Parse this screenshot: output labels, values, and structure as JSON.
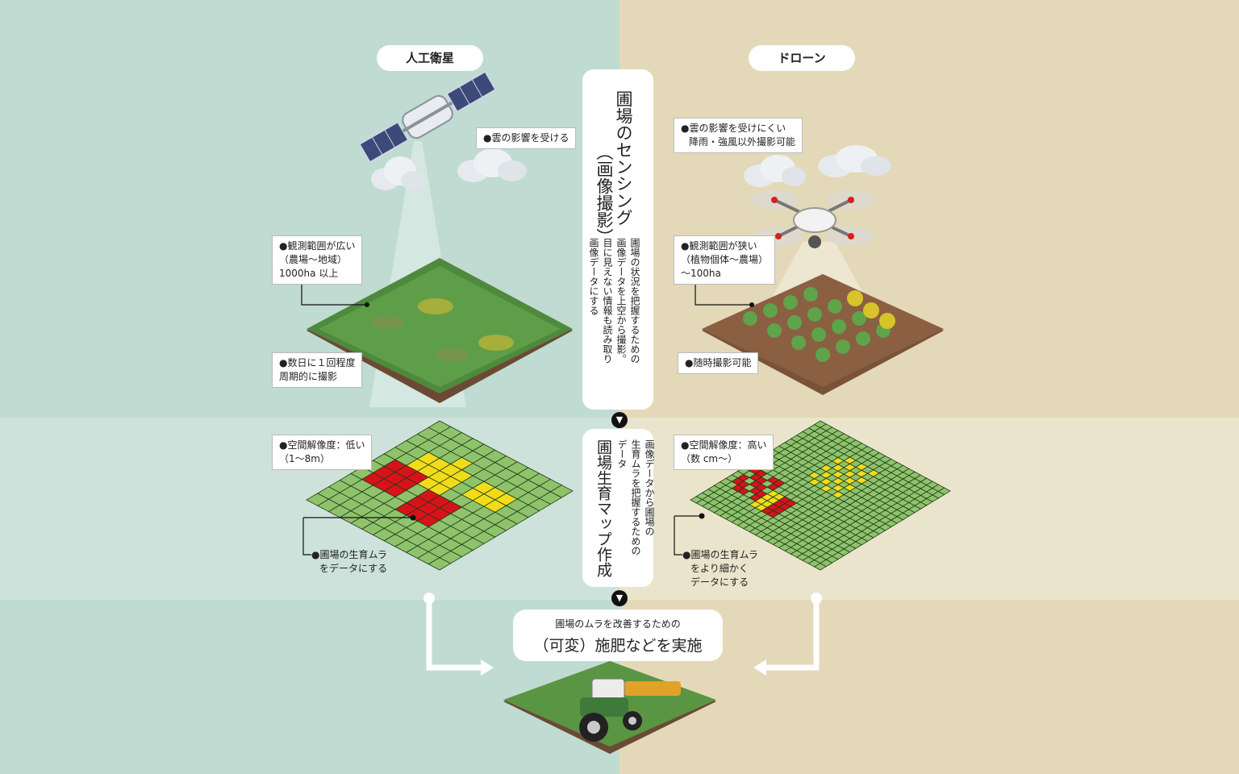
{
  "colors": {
    "bg_left": "#bfdbd2",
    "bg_right": "#e3d9b8",
    "grid_green": "#8fc36b",
    "grid_yellow": "#f2dc1a",
    "grid_red": "#d9121a",
    "soil": "#6b4a35"
  },
  "satellite": {
    "title": "人工衛星",
    "cloud_note": "●雲の影響を受ける",
    "range_note": [
      "●観測範囲が広い",
      "（農場～地域）",
      "1000ha 以上"
    ],
    "frequency_note": [
      "●数日に１回程度",
      "周期的に撮影"
    ],
    "resolution_note": [
      "●空間解像度：低い",
      "（1～8m）"
    ],
    "map_note": [
      "●圃場の生育ムラ",
      "をデータにする"
    ]
  },
  "drone": {
    "title": "ドローン",
    "cloud_note": [
      "●雲の影響を受けにくい",
      "降雨・強風以外撮影可能"
    ],
    "range_note": [
      "●観測範囲が狭い",
      "（植物個体～農場）",
      "～100ha"
    ],
    "frequency_note": "●随時撮影可能",
    "resolution_note": [
      "●空間解像度：高い",
      "（数 cm～）"
    ],
    "map_note": [
      "●圃場の生育ムラ",
      "をより細かく",
      "データにする"
    ]
  },
  "center": {
    "sensing_title": "圃場のセンシング",
    "sensing_subtitle": "（画像撮影）",
    "sensing_desc": [
      "圃場の状況を把握するための",
      "画像データを上空から撮影。",
      "目に見えない情報も読み取り",
      "画像データにする"
    ],
    "map_title": "圃場生育マップ作成",
    "map_desc": [
      "画像データから圃場の",
      "生育ムラを把握するための",
      "データ"
    ],
    "action_sub": "圃場のムラを改善するための",
    "action_main": "（可変）施肥などを実施"
  },
  "icons": [
    "satellite-icon",
    "cloud-icon",
    "drone-icon",
    "tractor-icon",
    "down-arrow-icon"
  ]
}
